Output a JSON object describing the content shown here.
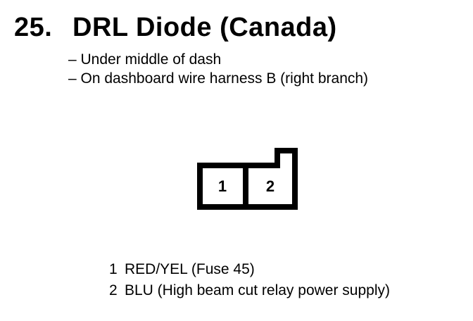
{
  "document": {
    "item_number": "25.",
    "title": "DRL Diode (Canada)",
    "location_notes": [
      "– Under middle of dash",
      "– On dashboard wire harness B (right branch)"
    ],
    "connector": {
      "cavity_labels": [
        "1",
        "2"
      ]
    },
    "wire_legend": [
      {
        "pin": "1",
        "description": "RED/YEL (Fuse 45)"
      },
      {
        "pin": "2",
        "description": "BLU (High beam cut relay power supply)"
      }
    ]
  },
  "colors": {
    "ink": "#000000",
    "paper": "#ffffff"
  }
}
